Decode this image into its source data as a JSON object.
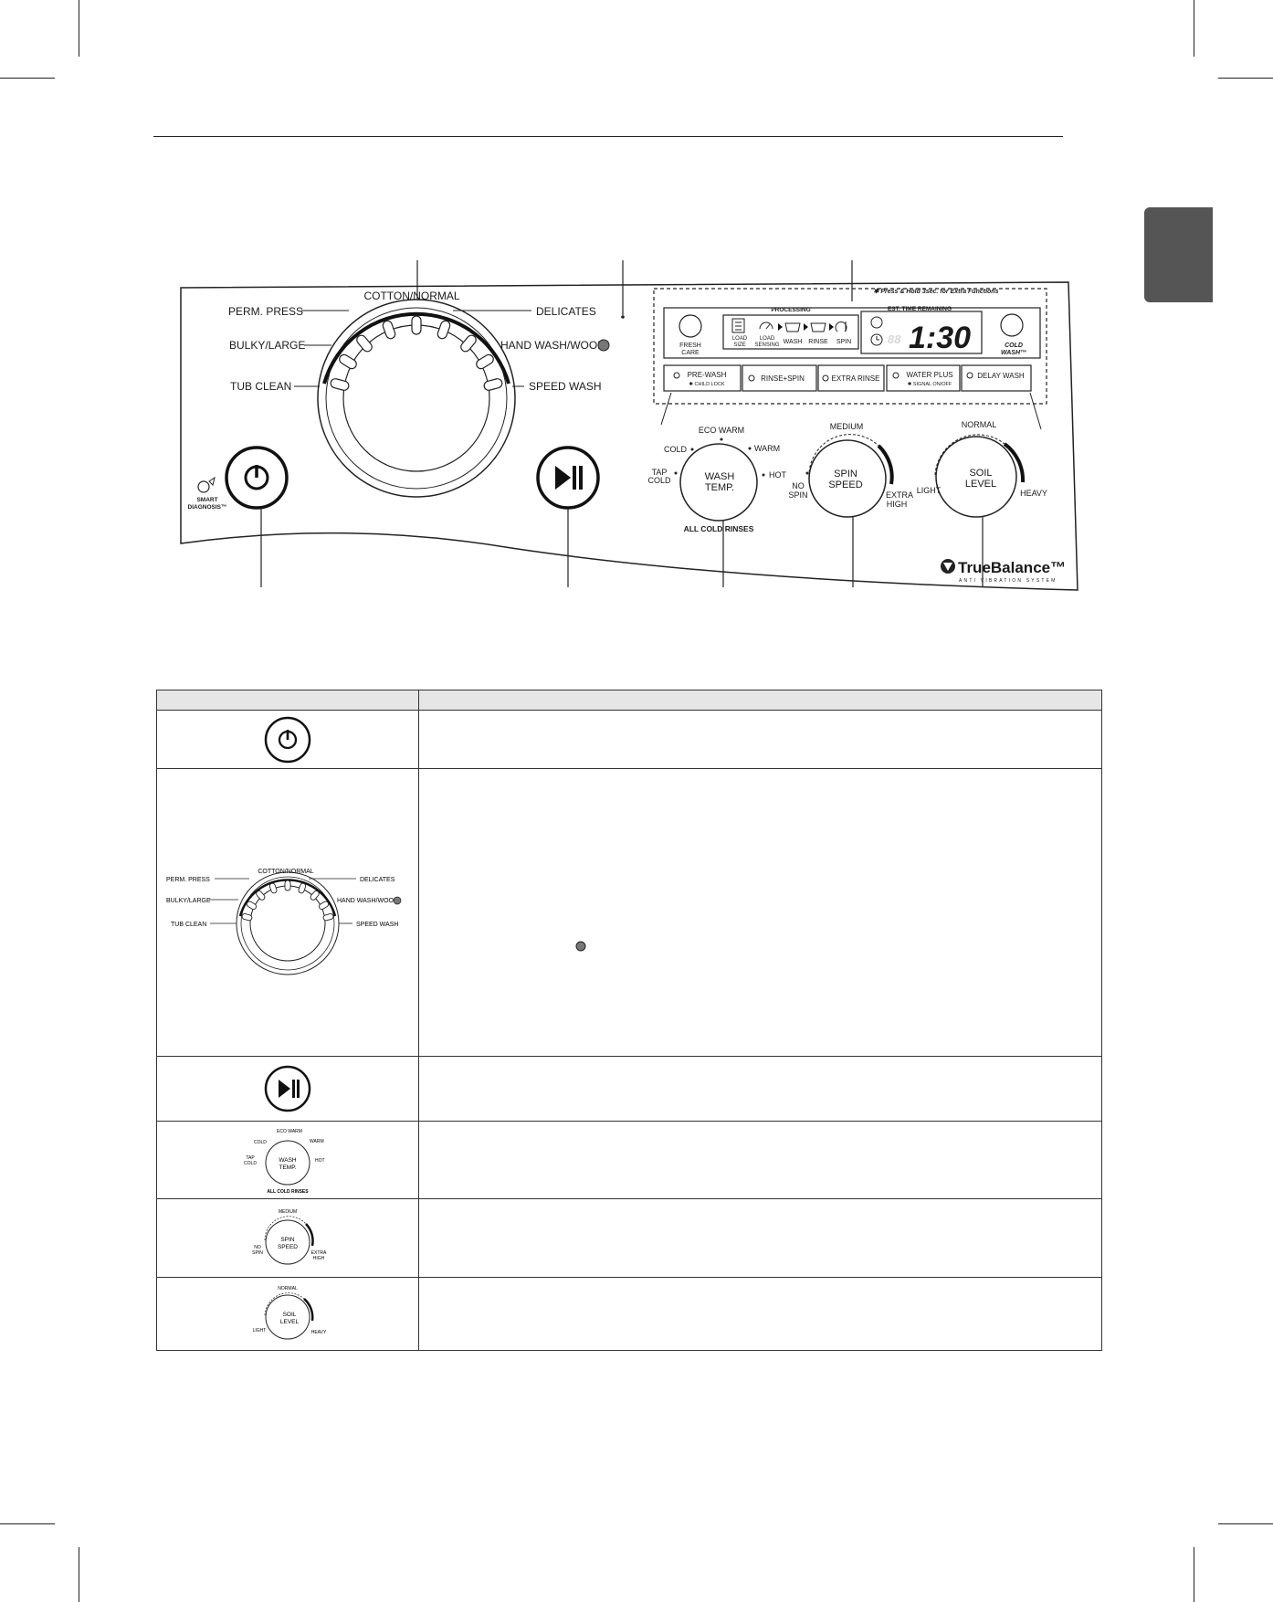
{
  "panel": {
    "cycles": {
      "cotton_normal": "COTTON/NORMAL",
      "perm_press": "PERM. PRESS",
      "delicates": "DELICATES",
      "bulky_large": "BULKY/LARGE",
      "hand_wash_wool": "HAND WASH/WOOL",
      "tub_clean": "TUB CLEAN",
      "speed_wash": "SPEED WASH"
    },
    "smart_diagnosis": [
      "SMART",
      "DIAGNOSIS™"
    ],
    "display": {
      "hint": "✱ Press & Hold 3sec. for Extra Functions",
      "processing": "PROCESSING",
      "est_time_remaining": "EST. TIME REMAINING",
      "time": "1:30",
      "fresh_care": [
        "FRESH",
        "CARE"
      ],
      "cold_wash": [
        "COLD",
        "WASH™"
      ],
      "load_size": [
        "LOAD",
        "SIZE"
      ],
      "load_sensing": [
        "LOAD",
        "SENSING"
      ],
      "wash": "WASH",
      "rinse": "RINSE",
      "spin": "SPIN"
    },
    "options": {
      "pre_wash": "PRE-WASH",
      "child_lock": "✱ CHILD LOCK",
      "rinse_spin": "RINSE+SPIN",
      "extra_rinse": "EXTRA RINSE",
      "water_plus": "WATER PLUS",
      "signal_on_off": "✱ SIGNAL ON/OFF",
      "delay_wash": "DELAY WASH"
    },
    "wash_temp": {
      "title": [
        "WASH",
        "TEMP."
      ],
      "eco_warm": "ECO WARM",
      "cold": "COLD",
      "warm": "WARM",
      "tap_cold": [
        "TAP",
        "COLD"
      ],
      "hot": "HOT",
      "all_cold_rinses": "ALL COLD RINSES"
    },
    "spin_speed": {
      "title": [
        "SPIN",
        "SPEED"
      ],
      "medium": "MEDIUM",
      "no_spin": [
        "NO",
        "SPIN"
      ],
      "extra_high": [
        "EXTRA",
        "HIGH"
      ]
    },
    "soil_level": {
      "title": [
        "SOIL",
        "LEVEL"
      ],
      "normal": "NORMAL",
      "light": "LIGHT",
      "heavy": "HEAVY"
    },
    "brand": {
      "name": "TrueBalance™",
      "tagline": "ANTI VIBRATION SYSTEM"
    }
  },
  "table": {
    "cycles": {
      "cotton_normal": "COTTON/NORMAL",
      "perm_press": "PERM. PRESS",
      "delicates": "DELICATES",
      "bulky_large": "BULKY/LARGE",
      "hand_wash_wool": "HAND WASH/WOOL",
      "tub_clean": "TUB CLEAN",
      "speed_wash": "SPEED WASH"
    },
    "wash_temp": {
      "title": [
        "WASH",
        "TEMP."
      ],
      "eco_warm": "ECO WARM",
      "cold": "COLD",
      "warm": "WARM",
      "tap_cold": [
        "TAP",
        "COLD"
      ],
      "hot": "HOT",
      "all_cold_rinses": "ALL COLD RINSES"
    },
    "spin_speed": {
      "title": [
        "SPIN",
        "SPEED"
      ],
      "medium": "MEDIUM",
      "no_spin": [
        "NO",
        "SPIN"
      ],
      "extra_high": [
        "EXTRA",
        "HIGH"
      ]
    },
    "soil_level": {
      "title": [
        "SOIL",
        "LEVEL"
      ],
      "normal": "NORMAL",
      "light": "LIGHT",
      "heavy": "HEAVY"
    }
  }
}
